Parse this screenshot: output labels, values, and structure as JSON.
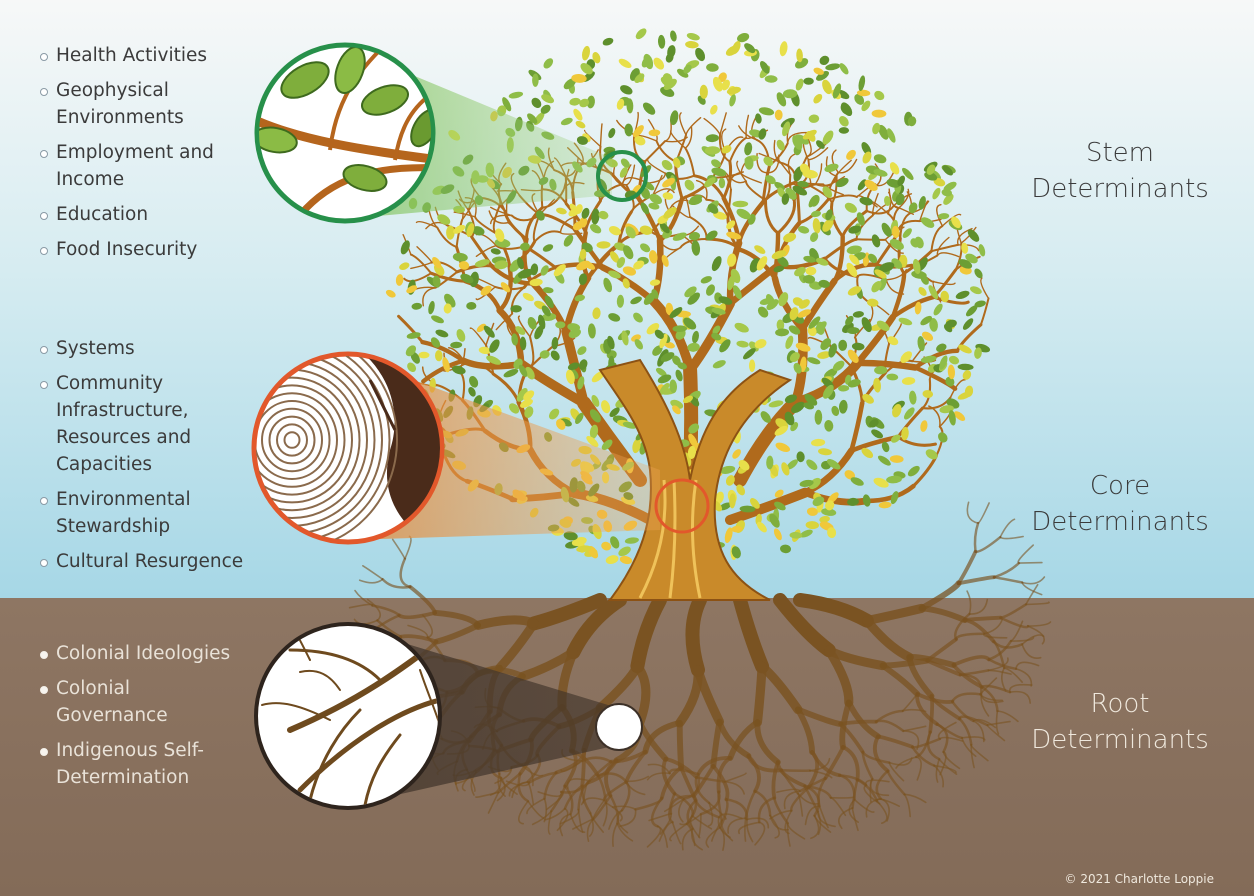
{
  "stem": {
    "heading_line1": "Stem",
    "heading_line2": "Determinants",
    "items": [
      "Health Activities",
      "Geophysical Environments",
      "Employment and Income",
      "Education",
      "Food Insecurity"
    ]
  },
  "core": {
    "heading_line1": "Core",
    "heading_line2": "Determinants",
    "items": [
      "Systems",
      "Community Infrastructure, Resources and Capacities",
      "Environmental Stewardship",
      "Cultural Resurgence"
    ]
  },
  "root": {
    "heading_line1": "Root",
    "heading_line2": "Determinants",
    "items": [
      "Colonial Ideologies",
      "Colonial Governance",
      "Indigenous Self-Determination"
    ]
  },
  "credit": "© 2021 Charlotte Loppie",
  "colors": {
    "sky_top": "#f7f8f8",
    "sky_bottom": "#a6d7e6",
    "soil": "#8b7360",
    "leaf": "#7fae3c",
    "leaf_highlight": "#e8e04a",
    "trunk": "#c0781f",
    "root": "#7a5322",
    "stem_ring": "#27904a",
    "core_ring": "#e2582b"
  },
  "icons": {
    "leaf_zoom": "leaf-zoom-icon",
    "trunk_zoom": "tree-ring-zoom-icon",
    "root_zoom": "root-zoom-icon"
  }
}
